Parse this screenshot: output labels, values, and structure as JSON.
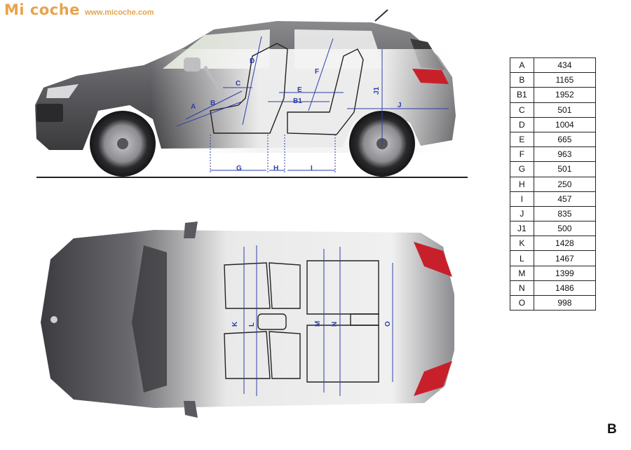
{
  "brand": {
    "logo_text": "Mi coche",
    "url_text": "www.micoche.com",
    "color": "#e8a34a"
  },
  "dimension_labels": [
    "A",
    "B",
    "B1",
    "C",
    "D",
    "E",
    "F",
    "G",
    "H",
    "I",
    "J",
    "J1",
    "K",
    "L",
    "M",
    "N",
    "O"
  ],
  "dimensions_table": [
    {
      "code": "A",
      "value": "434"
    },
    {
      "code": "B",
      "value": "1165"
    },
    {
      "code": "B1",
      "value": "1952"
    },
    {
      "code": "C",
      "value": "501"
    },
    {
      "code": "D",
      "value": "1004"
    },
    {
      "code": "E",
      "value": "665"
    },
    {
      "code": "F",
      "value": "963"
    },
    {
      "code": "G",
      "value": "501"
    },
    {
      "code": "H",
      "value": "250"
    },
    {
      "code": "I",
      "value": "457"
    },
    {
      "code": "J",
      "value": "835"
    },
    {
      "code": "J1",
      "value": "500"
    },
    {
      "code": "K",
      "value": "1428"
    },
    {
      "code": "L",
      "value": "1467"
    },
    {
      "code": "M",
      "value": "1399"
    },
    {
      "code": "N",
      "value": "1486"
    },
    {
      "code": "O",
      "value": "998"
    }
  ],
  "section_letter": "B",
  "colors": {
    "dimension_line": "#2d3fa8",
    "car_body": "#6b6b6e",
    "tail_light": "#c8202a"
  }
}
